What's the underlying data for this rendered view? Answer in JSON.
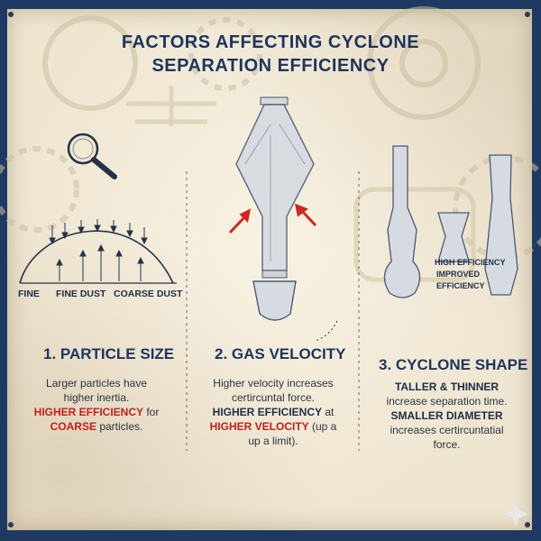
{
  "title": {
    "line1": "FACTORS AFFECTING CYCLONE",
    "line2": "SEPARATION EFFICIENCY"
  },
  "panel1": {
    "heading": "1. PARTICLE SIZE",
    "labels": {
      "fine": "FINE",
      "fine_dust": "FINE DUST",
      "coarse_dust": "COARSE DUST"
    },
    "line1": "Larger particles have",
    "line2": "higher inertia.",
    "highlight1": "HIGHER EFFICIENCY",
    "word_for": " for",
    "highlight2": "COARSE",
    "word_particles": " particles."
  },
  "panel2": {
    "heading": "2. GAS VELOCITY",
    "line1": "Higher velocity increases",
    "line2": "certircuntal force.",
    "strong1": "HIGHER EFFICIENCY",
    "word_at": " at",
    "highlight": "HIGHER VELOCITY",
    "after": " (up a",
    "line4": "up a limit)."
  },
  "panel3": {
    "heading": "3. CYCLONE SHAPE",
    "strong1": "TALLER & THINNER",
    "line2": "increase separation time.",
    "strong2": "SMALLER DIAMETER",
    "line4": "increases certircuntatial",
    "line5": "force.",
    "labels": {
      "high_efficiency": "HIGH EFFICIENCY",
      "improved": "IMPROVED",
      "efficiency": "EFFICIENCY"
    }
  },
  "colors": {
    "ink": "#1e355d",
    "highlight": "#c21f1f",
    "paper": "#efe6d2",
    "frame": "#1f3a62"
  },
  "icons": [
    "magnifier-icon",
    "gear-icon",
    "sparkle-icon",
    "pin-icon"
  ]
}
